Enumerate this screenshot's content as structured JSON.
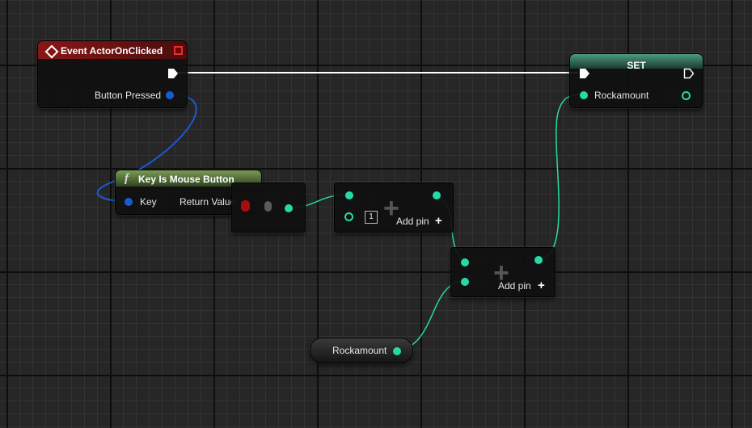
{
  "nodes": {
    "event": {
      "title": "Event ActorOnClicked",
      "pin_button": "Button Pressed"
    },
    "set": {
      "title": "SET",
      "pin_var": "Rockamount"
    },
    "key_is_mouse": {
      "func_glyph": "f",
      "title": "Key Is Mouse Button",
      "pin_key": "Key",
      "pin_return": "Return Value"
    },
    "add1": {
      "index": "1",
      "add_pin": "Add pin"
    },
    "add2": {
      "add_pin": "Add pin"
    },
    "getter": {
      "label": "Rockamount"
    }
  },
  "colors": {
    "exec": "#ffffff",
    "struct_key": "#1a5bd4",
    "integer": "#24dba7",
    "boolean": "#a80d0d",
    "event_header": "#7a1313",
    "func_header": "#5b7a3c",
    "set_header": "#3c8066"
  },
  "icons": [
    "event-diamond-icon",
    "delegate-square-icon",
    "function-icon",
    "exec-arrow-icon",
    "plus-icon"
  ]
}
